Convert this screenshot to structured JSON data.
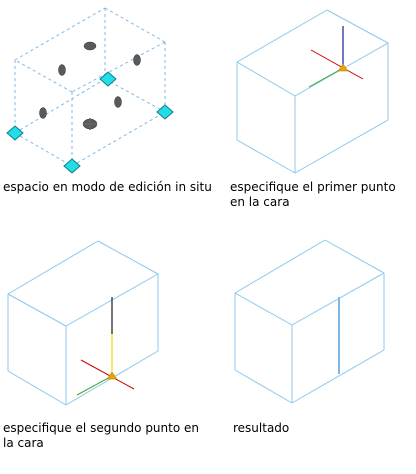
{
  "colors": {
    "edge": "#8cc8ec",
    "edge_dashed": "#7fb8e8",
    "grip_fill": "#22dde6",
    "grip_stroke": "#0c7f8c",
    "grip_ellipse": "#5a5a5a",
    "axis_x": "#cc0000",
    "axis_y": "#3aa830",
    "axis_z": "#1a1a9c",
    "marker": "#e8a400",
    "vertical_line": "#ffd700",
    "result_line": "#7fb8e8"
  },
  "panels": [
    {
      "id": "edit-in-place",
      "caption": "espacio en modo de edición in situ"
    },
    {
      "id": "first-point",
      "caption": "especifique el primer punto\nen la cara"
    },
    {
      "id": "second-point",
      "caption": "especifique el segundo punto en\nla cara"
    },
    {
      "id": "result",
      "caption": "resultado"
    }
  ]
}
